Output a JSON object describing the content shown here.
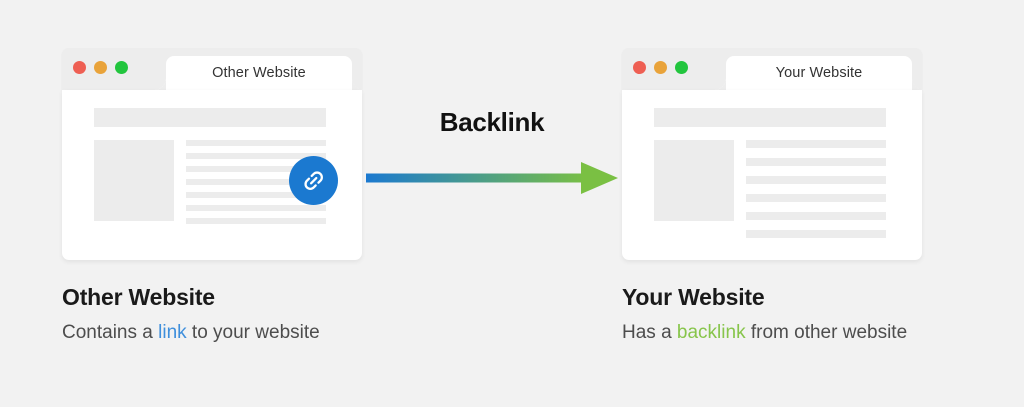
{
  "background_color": "#f2f2f2",
  "arrow": {
    "label": "Backlink",
    "gradient_start": "#1b79d0",
    "gradient_end": "#7ac043",
    "direction": "left-to-right"
  },
  "panels": [
    {
      "id": "other-website",
      "tab_label": "Other Website",
      "traffic_lights": [
        {
          "name": "close-dot",
          "color": "#ee5f53"
        },
        {
          "name": "minimize-dot",
          "color": "#e9a33a"
        },
        {
          "name": "maximize-dot",
          "color": "#22c53e"
        }
      ],
      "wireframe": {
        "text_lines": 7,
        "has_header_bar": true,
        "has_image_block": true
      },
      "link_badge": {
        "icon": "link-icon",
        "color": "#1b79d0",
        "visible": true
      },
      "caption": {
        "title": "Other Website",
        "text_before": "Contains a ",
        "highlight": "link",
        "highlight_color": "#3f8fdc",
        "text_after": " to your website"
      }
    },
    {
      "id": "your-website",
      "tab_label": "Your Website",
      "traffic_lights": [
        {
          "name": "close-dot",
          "color": "#ee5f53"
        },
        {
          "name": "minimize-dot",
          "color": "#e9a33a"
        },
        {
          "name": "maximize-dot",
          "color": "#22c53e"
        }
      ],
      "wireframe": {
        "text_lines": 6,
        "has_header_bar": true,
        "has_image_block": true
      },
      "link_badge": {
        "icon": "link-icon",
        "color": "#1b79d0",
        "visible": false
      },
      "caption": {
        "title": "Your Website",
        "text_before": "Has a ",
        "highlight": "backlink",
        "highlight_color": "#87c54b",
        "text_after": " from other website"
      }
    }
  ]
}
